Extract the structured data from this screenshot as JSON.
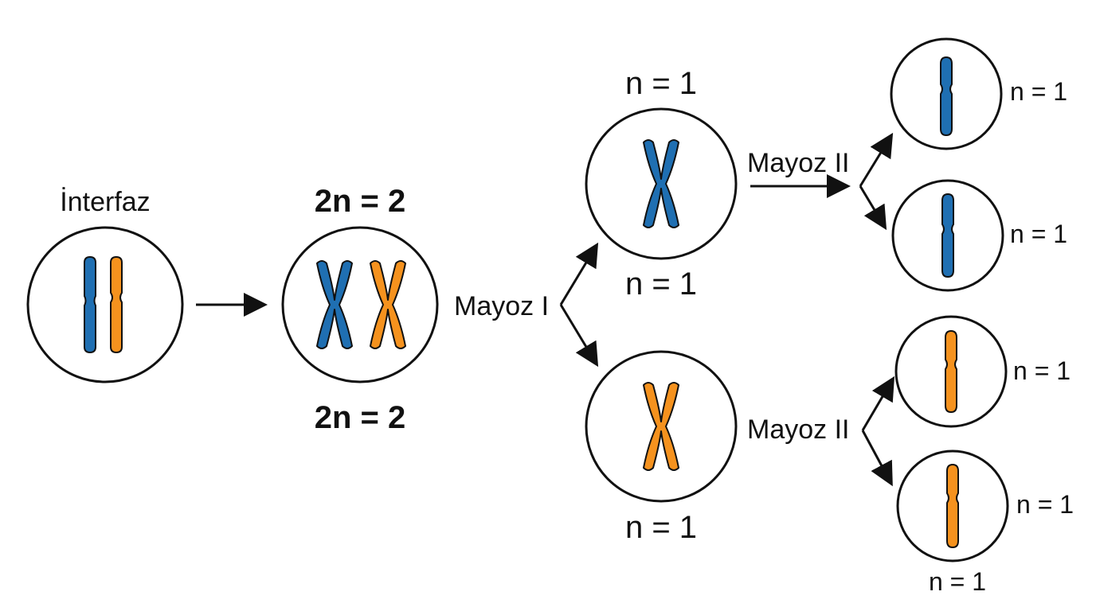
{
  "colors": {
    "blue": "#1f6fb2",
    "orange": "#f5921e",
    "outline": "#111111",
    "background": "#ffffff"
  },
  "labels": {
    "interphase": "İnterfaz",
    "diploid_top": "2n = 2",
    "diploid_bottom": "2n = 2",
    "meiosis1": "Mayoz I",
    "meiosis2_top": "Mayoz II",
    "meiosis2_bottom": "Mayoz II",
    "n1_blue_top": "n = 1",
    "n1_blue_bottom": "n = 1",
    "n1_orange_bottom": "n = 1",
    "n1_g1": "n = 1",
    "n1_g2": "n = 1",
    "n1_g3": "n = 1",
    "n1_g4": "n = 1",
    "n1_g4_below": "n = 1"
  }
}
